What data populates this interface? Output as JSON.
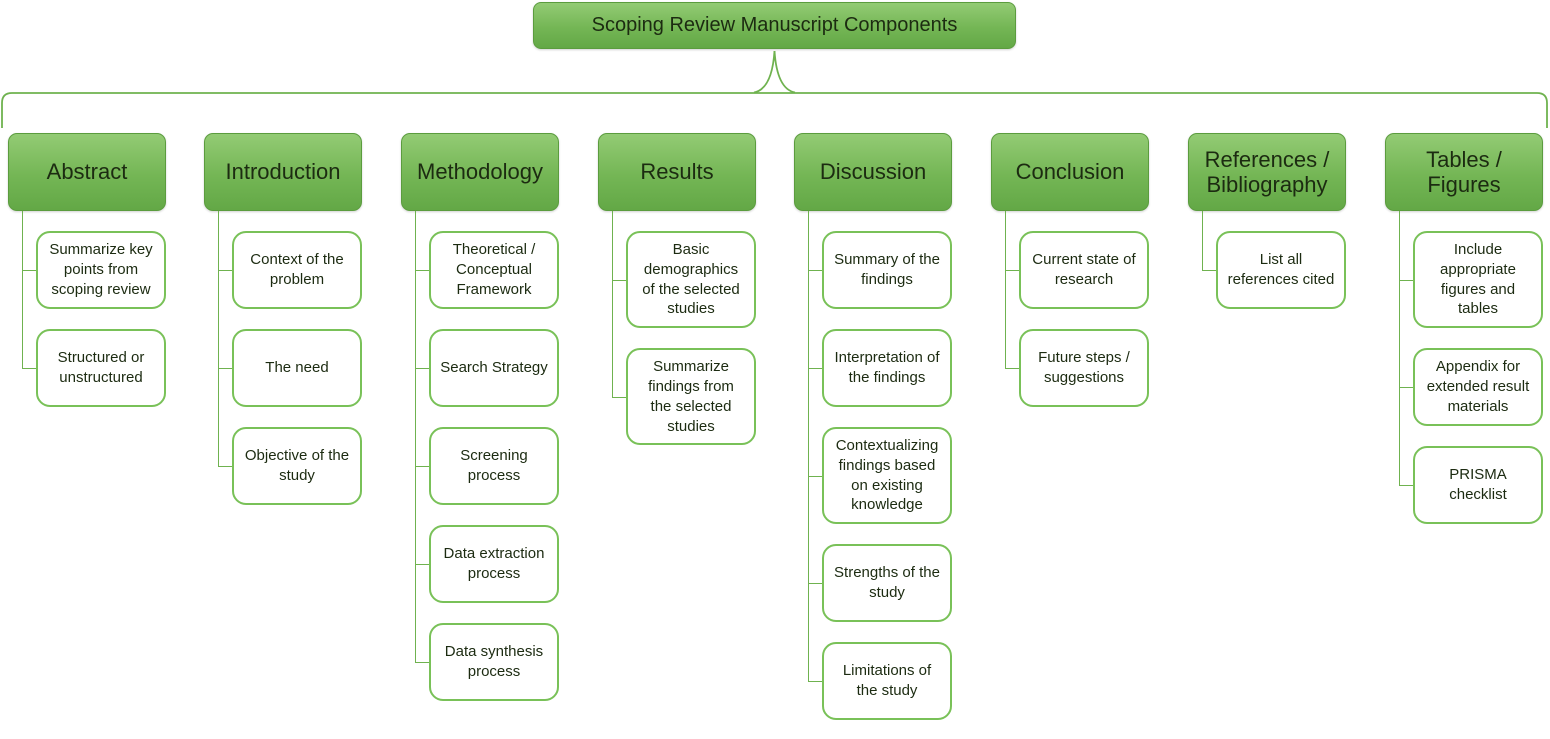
{
  "title": "Scoping Review Manuscript Components",
  "colors": {
    "node_green_top": "#93cb74",
    "node_green_bottom": "#63a846",
    "node_outline_green": "#79c158",
    "connector_green": "#6fb24f",
    "text_dark_green": "#1c2b11",
    "background": "#ffffff"
  },
  "columns": [
    {
      "label": "Abstract",
      "children": [
        "Summarize key points from scoping review",
        "Structured or unstructured"
      ]
    },
    {
      "label": "Introduction",
      "children": [
        "Context of the problem",
        "The need",
        "Objective of the study"
      ]
    },
    {
      "label": "Methodology",
      "children": [
        "Theoretical / Conceptual Framework",
        "Search Strategy",
        "Screening process",
        "Data extraction process",
        "Data synthesis process"
      ]
    },
    {
      "label": "Results",
      "children": [
        "Basic demographics of the selected studies",
        "Summarize findings from the selected studies"
      ]
    },
    {
      "label": "Discussion",
      "children": [
        "Summary of the findings",
        "Interpretation of the findings",
        "Contextualizing findings based on existing knowledge",
        "Strengths of the study",
        "Limitations of the study"
      ]
    },
    {
      "label": "Conclusion",
      "children": [
        "Current state of research",
        "Future steps / suggestions"
      ]
    },
    {
      "label": "References / Bibliography",
      "children": [
        "List all references cited"
      ]
    },
    {
      "label": "Tables / Figures",
      "children": [
        "Include appropriate figures and tables",
        "Appendix for extended result materials",
        "PRISMA checklist"
      ]
    }
  ]
}
